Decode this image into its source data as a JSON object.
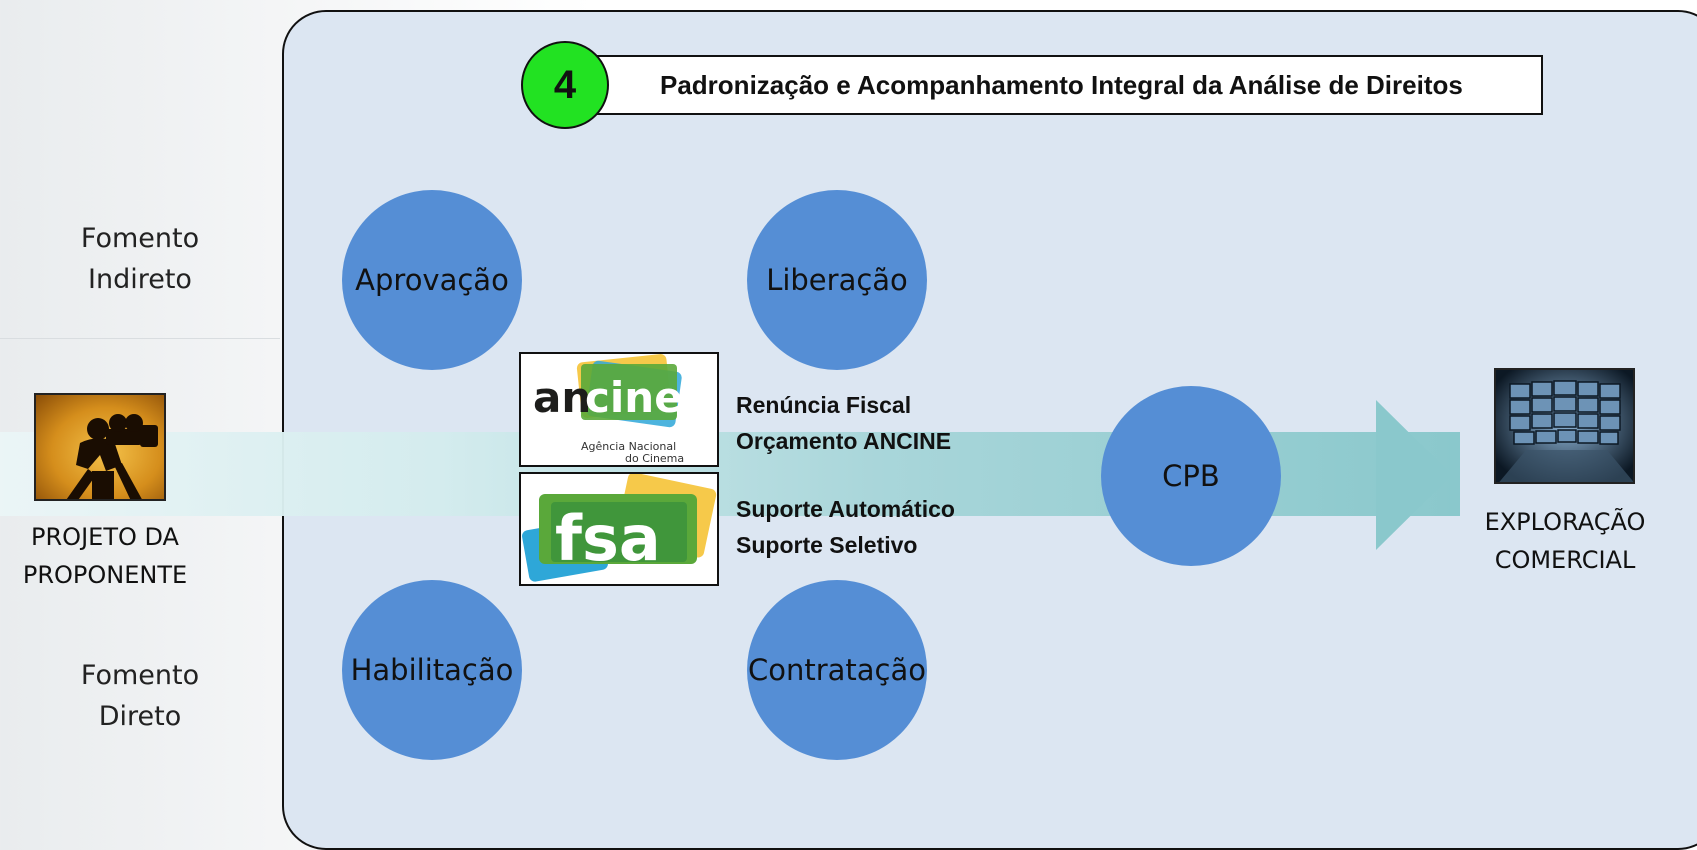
{
  "left_labels": {
    "indirect": [
      "Fomento",
      "Indireto"
    ],
    "direct": [
      "Fomento",
      "Direto"
    ],
    "project": [
      "PROJETO DA",
      "PROPONENTE"
    ]
  },
  "right_label": [
    "EXPLORAÇÃO",
    "COMERCIAL"
  ],
  "header": {
    "step_number": "4",
    "title": "Padronização e Acompanhamento Integral da Análise de Direitos"
  },
  "stages": {
    "aprovacao": "Aprovação",
    "liberacao": "Liberação",
    "habilitacao": "Habilitação",
    "contratacao": "Contratação",
    "cpb": "CPB"
  },
  "ancine": {
    "logo_prefix": "an",
    "logo_suffix": "cine",
    "tagline_1": "Agência Nacional",
    "tagline_2": "do Cinema",
    "lines": [
      "Renúncia Fiscal",
      "Orçamento ANCINE"
    ]
  },
  "fsa": {
    "logo_text": "fsa",
    "lines": [
      "Suporte Automático",
      "Suporte Seletivo"
    ]
  },
  "colors": {
    "panel_bg": "#dce6f2",
    "circle": "#558ed5",
    "badge": "#22e222",
    "arrow": "#8ac8cc"
  }
}
